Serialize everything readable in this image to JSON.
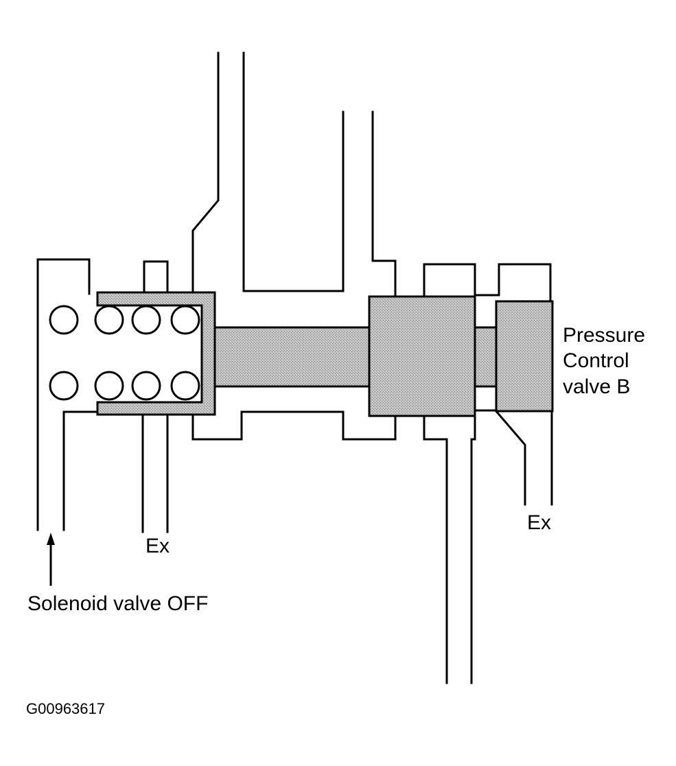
{
  "labels": {
    "pressure_control_line1": "Pressure",
    "pressure_control_line2": "Control",
    "pressure_control_line3": "valve B",
    "ex_left": "Ex",
    "ex_right": "Ex",
    "solenoid": "Solenoid valve OFF",
    "figure_code": "G00963617"
  },
  "colors": {
    "line": "#000000",
    "spool_fill": "#b9b9b9",
    "background": "#ffffff"
  },
  "components": [
    "left-housing-with-springs",
    "spool-rod",
    "center-land",
    "pressure-control-valve-b-land"
  ]
}
